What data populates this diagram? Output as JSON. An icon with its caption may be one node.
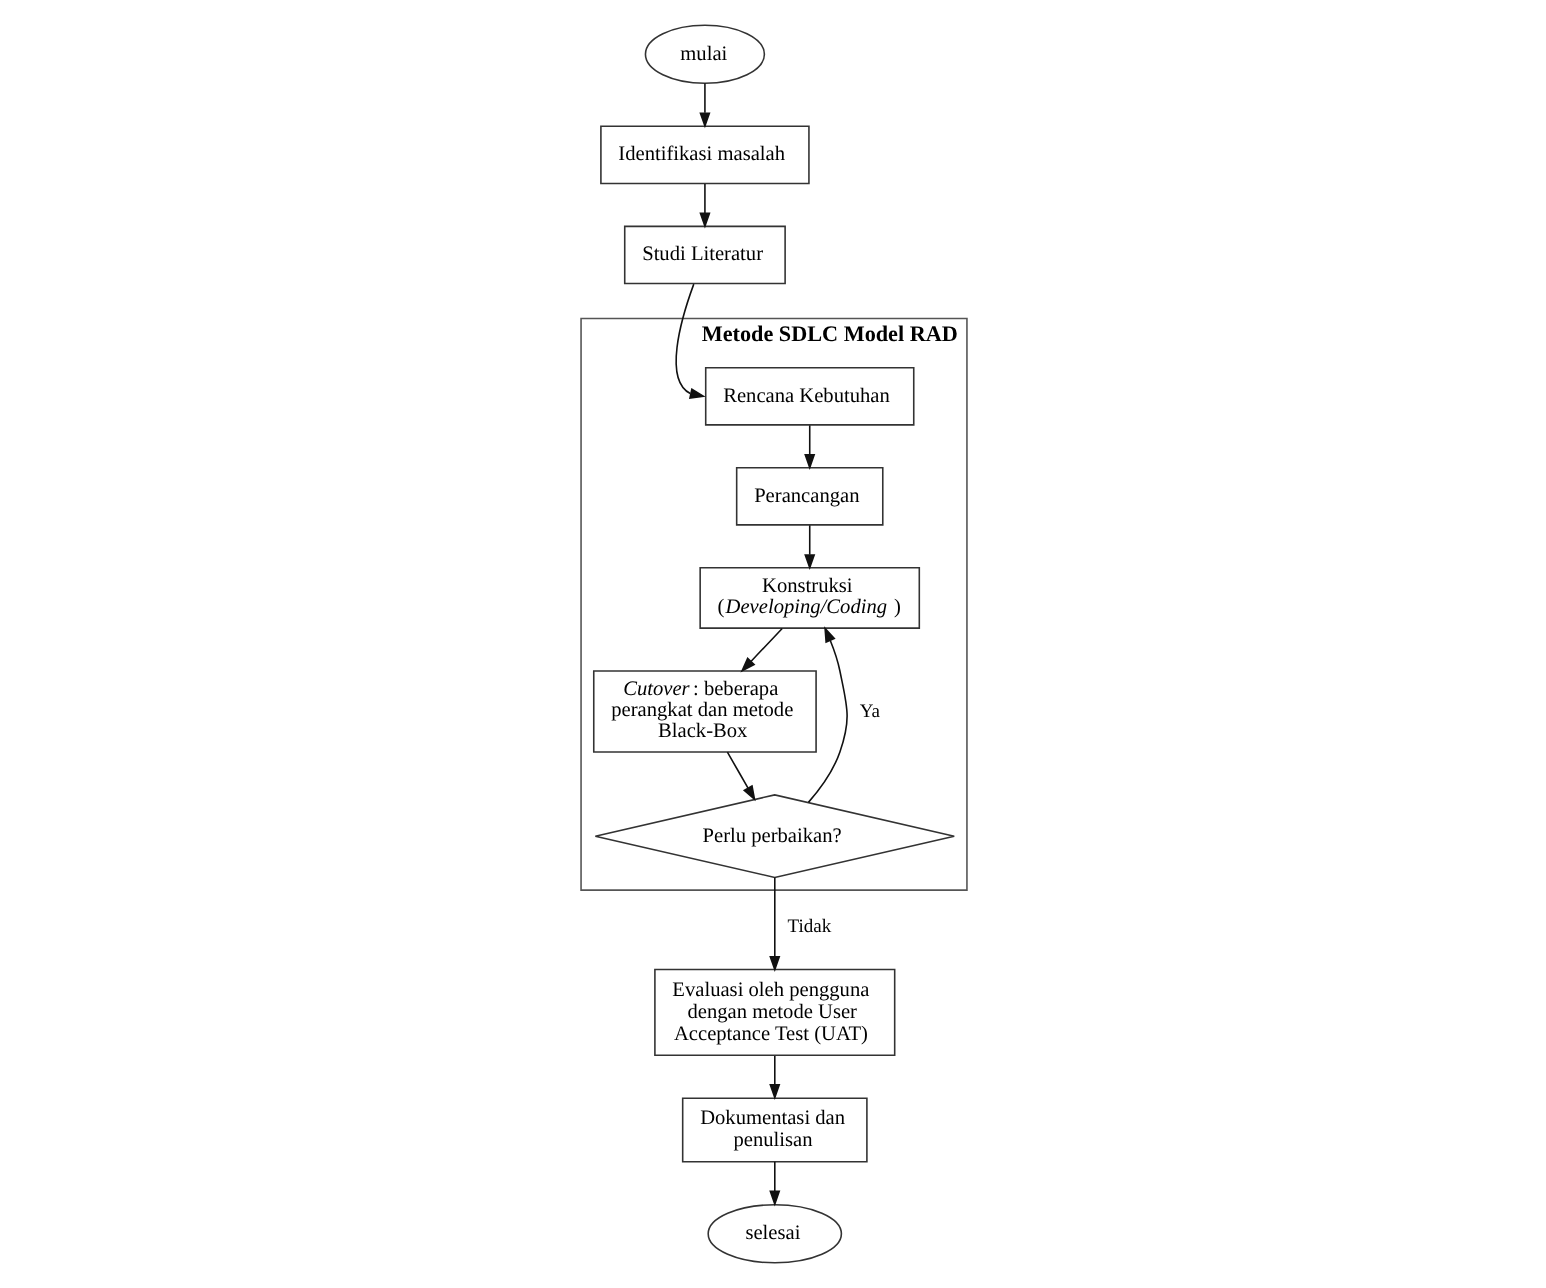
{
  "diagram": {
    "nodes": [
      {
        "text": [
          "mulai"
        ]
      },
      {
        "text": [
          "Identifikasi masalah"
        ]
      },
      {
        "text": [
          "Studi Literatur"
        ]
      },
      {
        "text": [
          "Metode SDLC Model RAD"
        ]
      },
      {
        "text": [
          "Rencana Kebutuhan"
        ],
        "in": 3
      },
      {
        "text": [
          "Perancangan"
        ],
        "in": 3
      },
      {
        "text": [
          "Konstruksi (*Developing/Coding*)"
        ],
        "in": 3
      },
      {
        "text": [
          "*Cutover* : beberapa perangkat dan metode Black-Box"
        ],
        "in": 3
      },
      {
        "text": [
          "Perlu perbaikan?"
        ],
        "in": 3
      },
      {
        "text": [
          "Evaluasi oleh pengguna dengan metode User Acceptance Test (UAT)"
        ]
      },
      {
        "text": [
          "Dokumentasi dan penulisan"
        ]
      },
      {
        "text": [
          "selesai"
        ]
      }
    ],
    "edges": [
      {
        "from": 0,
        "to": 1,
        "arrow": "to"
      },
      {
        "from": 1,
        "to": 2,
        "arrow": "to"
      },
      {
        "from": 2,
        "to": 4,
        "arrow": "to"
      },
      {
        "from": 4,
        "to": 5,
        "arrow": "to"
      },
      {
        "from": 5,
        "to": 6,
        "arrow": "to"
      },
      {
        "from": 6,
        "to": 7,
        "arrow": "to"
      },
      {
        "from": 7,
        "to": 8,
        "arrow": "to"
      },
      {
        "from": 8,
        "to": 6,
        "label": "Ya",
        "arrow": "to"
      },
      {
        "from": 8,
        "to": 9,
        "label": "Tidak",
        "arrow": "to"
      },
      {
        "from": 9,
        "to": 10,
        "arrow": "to"
      },
      {
        "from": 10,
        "to": 11,
        "arrow": "to"
      }
    ]
  }
}
